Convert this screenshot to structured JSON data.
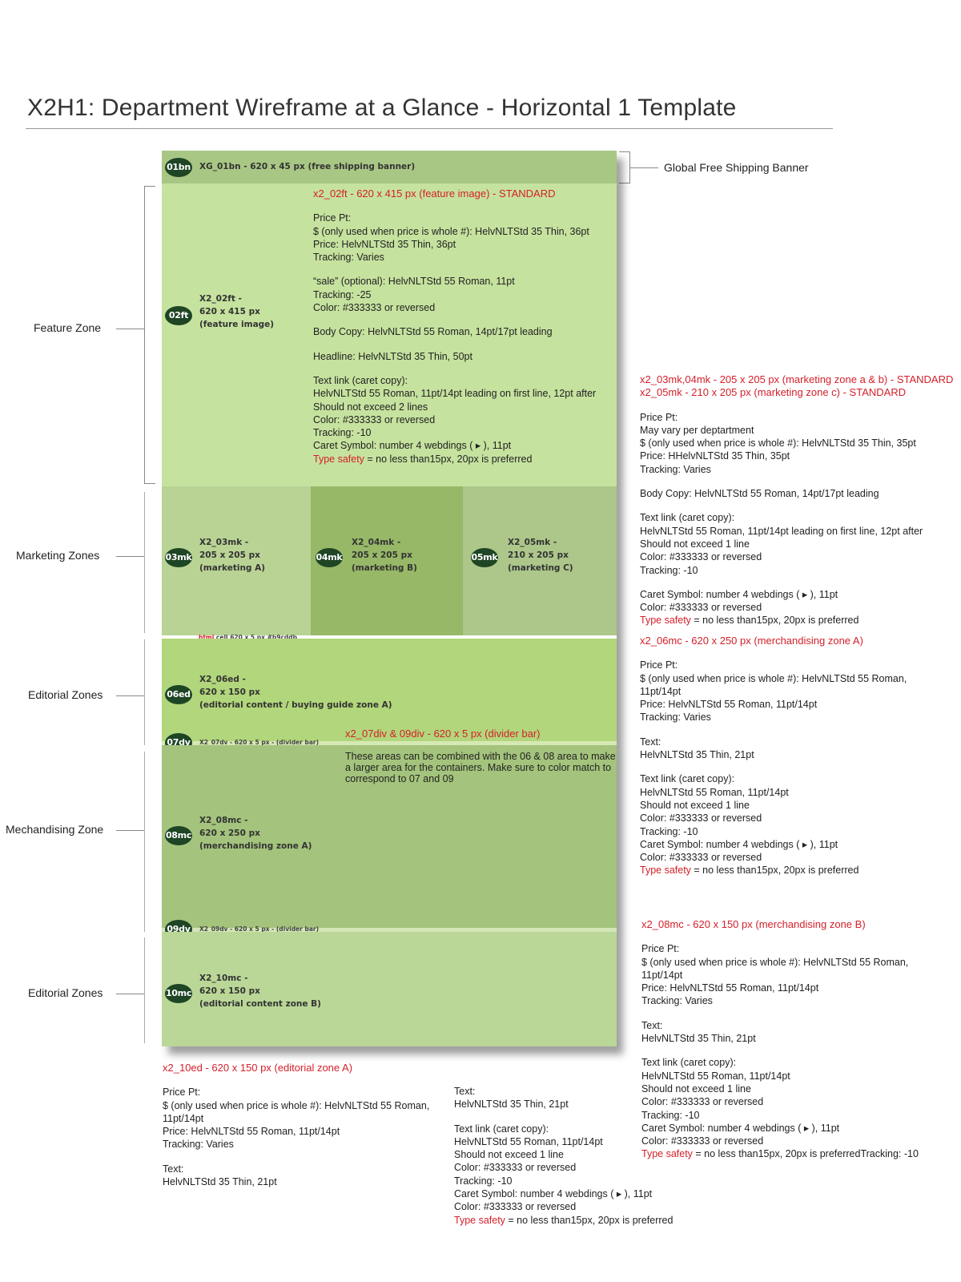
{
  "page": {
    "title": "X2H1: Department Wireframe at a Glance   -   Horizontal 1 Template"
  },
  "left_labels": {
    "feature": "Feature Zone",
    "marketing": "Marketing Zones",
    "editorial_a": "Editorial Zones",
    "merchandising": "Mechandising Zone",
    "editorial_b": "Editorial Zones"
  },
  "right_label": {
    "banner": "Global Free Shipping Banner"
  },
  "zones": {
    "z01": {
      "badge": "01bn",
      "label": "XG_01bn - 620 x 45 px (free shipping banner)"
    },
    "z02": {
      "badge": "02ft",
      "l1": "X2_02ft -",
      "l2": "620 x 415 px",
      "l3": "(feature image)"
    },
    "z03": {
      "badge": "03mk",
      "l1": "X2_03mk -",
      "l2": "205 x 205 px",
      "l3": "(marketing A)"
    },
    "z04": {
      "badge": "04mk",
      "l1": "X2_04mk -",
      "l2": "205 x 205 px",
      "l3": "(marketing B)"
    },
    "z05": {
      "badge": "05mk",
      "l1": "X2_05mk -",
      "l2": "210 x 205 px",
      "l3": "(marketing C)"
    },
    "gap": {
      "red": "html",
      "rest": " cell 620 x 5 px #b9cddb"
    },
    "z06": {
      "badge": "06ed",
      "l1": "X2_06ed -",
      "l2": "620 x 150 px",
      "l3": "(editorial content / buying guide zone A)"
    },
    "z07": {
      "badge": "07dv",
      "label": "X2_07dv - 620 x 5 px  - (divider bar)"
    },
    "z08": {
      "badge": "08mc",
      "l1": "X2_08mc -",
      "l2": "620 x 250 px",
      "l3": "(merchandising zone A)"
    },
    "z09": {
      "badge": "09dv",
      "label": "X2_09dv - 620 x 5 px  - (divider bar)"
    },
    "z10": {
      "badge": "10mc",
      "l1": "X2_10mc -",
      "l2": "620 x 150 px",
      "l3": "(editorial content zone B)"
    }
  },
  "feature_notes": {
    "head": "x2_02ft  -  620 x 415 px (feature image) - STANDARD",
    "l1": "Price Pt:",
    "l2": "$ (only used when price is whole #): HelvNLTStd 35 Thin, 36pt",
    "l3": "Price: HelvNLTStd 35 Thin, 36pt",
    "l4": "Tracking: Varies",
    "l5": "“sale” (optional): HelvNLTStd 55 Roman, 11pt",
    "l6": "Tracking: -25",
    "l7": "Color: #333333 or reversed",
    "l8": "Body Copy: HelvNLTStd 55 Roman, 14pt/17pt leading",
    "l9": "Headline: HelvNLTStd 35 Thin, 50pt",
    "l10": "Text link (caret copy):",
    "l11": "HelvNLTStd 55 Roman, 11pt/14pt leading on first line, 12pt after",
    "l12": "Should not exceed 2 lines",
    "l13": "Color: #333333 or reversed",
    "l14": "Tracking: -10",
    "l15": "Caret Symbol: number 4 webdings ( ▸ ), 11pt",
    "l16_red": "Type safety",
    "l16_rest": " = no less than15px, 20px is preferred"
  },
  "divider_notes": {
    "head": "x2_07div & 09div  -  620 x 5 px (divider bar)",
    "l1": "These areas can be combined with the 06 & 08 area to make",
    "l2": "a larger area for the containers. Make sure to color match to",
    "l3": "correspond to 07 and 09"
  },
  "marketing_notes": {
    "head1": "x2_03mk,04mk  -  205 x 205 px (marketing zone a & b) - STANDARD",
    "head2": "x2_05mk  -  210 x 205 px (marketing zone c) - STANDARD",
    "l1": "Price Pt:",
    "l2": "May vary per deptartment",
    "l3": "$ (only used when price is whole #): HelvNLTStd 35 Thin, 35pt",
    "l4": "Price: HHelvNLTStd 35 Thin, 35pt",
    "l5": "Tracking: Varies",
    "l6": "Body Copy: HelvNLTStd 55 Roman, 14pt/17pt leading",
    "l7": "Text link (caret copy):",
    "l8": "HelvNLTStd 55 Roman, 11pt/14pt leading on first line, 12pt after",
    "l9": "Should not exceed 1 line",
    "l10": "Color: #333333 or reversed",
    "l11": "Tracking: -10",
    "l12": "Caret Symbol: number 4 webdings ( ▸ ), 11pt",
    "l13": "Color: #333333 or reversed",
    "l14_red": "Type safety",
    "l14_rest": " = no less than15px, 20px is preferred"
  },
  "merch_a_notes": {
    "head": "x2_06mc  -  620 x 250 px (merchandising zone A)",
    "l1": "Price Pt:",
    "l2": "$ (only used when price is whole #): HelvNLTStd 55 Roman,",
    "l3": "11pt/14pt",
    "l4": "Price: HelvNLTStd 55 Roman, 11pt/14pt",
    "l5": "Tracking: Varies",
    "l6": "Text:",
    "l7": "HelvNLTStd 35 Thin, 21pt",
    "l8": "Text link (caret copy):",
    "l9": "HelvNLTStd 55 Roman, 11pt/14pt",
    "l10": "Should not exceed 1 line",
    "l11": "Color: #333333 or reversed",
    "l12": "Tracking: -10",
    "l13": "Caret Symbol: number 4 webdings ( ▸ ), 11pt",
    "l14": "Color: #333333 or reversed",
    "l15_red": "Type safety",
    "l15_rest": " = no less than15px, 20px is preferred"
  },
  "merch_b_notes": {
    "head": "x2_08mc  -  620 x 150 px (merchandising zone B)",
    "l1": "Price Pt:",
    "l2": "$ (only used when price is whole #): HelvNLTStd 55 Roman,",
    "l3": "11pt/14pt",
    "l4": "Price: HelvNLTStd 55 Roman, 11pt/14pt",
    "l5": "Tracking: Varies",
    "l6": "Text:",
    "l7": "HelvNLTStd 35 Thin, 21pt",
    "l8": "Text link (caret copy):",
    "l9": "HelvNLTStd 55 Roman, 11pt/14pt",
    "l10": "Should not exceed 1 line",
    "l11": "Color: #333333 or reversed",
    "l12": "Tracking: -10",
    "l13": "Caret Symbol: number 4 webdings ( ▸ ), 11pt",
    "l14": "Color: #333333 or reversed",
    "l15_red": "Type safety",
    "l15_rest": " = no less than15px, 20px is preferredTracking: -10"
  },
  "editorial_a_notes": {
    "head": "x2_10ed  -  620 x 150 px (editorial zone A)",
    "l1": "Price Pt:",
    "l2": "$ (only used when price is whole #): HelvNLTStd 55 Roman,",
    "l3": "11pt/14pt",
    "l4": "Price: HelvNLTStd 55 Roman, 11pt/14pt",
    "l5": "Tracking: Varies",
    "l6": "Text:",
    "l7": "HelvNLTStd 35 Thin, 21pt"
  },
  "editorial_b_notes": {
    "l1": "Text:",
    "l2": "HelvNLTStd 35 Thin, 21pt",
    "l3": "Text link (caret copy):",
    "l4": "HelvNLTStd 55 Roman, 11pt/14pt",
    "l5": "Should not exceed 1 line",
    "l6": "Color: #333333 or reversed",
    "l7": "Tracking: -10",
    "l8": "Caret Symbol: number 4 webdings ( ▸ ), 11pt",
    "l9": "Color: #333333 or reversed",
    "l10_red": "Type safety",
    "l10_rest": " = no less than15px, 20px is preferred"
  },
  "colors": {
    "badge": "#1e4524",
    "accent_red": "#d4202a",
    "zone_banner": "#a9c784",
    "zone_feature": "#c6e29f",
    "zone_marketing_a": "#b9d394",
    "zone_marketing_b": "#97b867",
    "zone_marketing_c": "#adc68a",
    "zone_editorial_a": "#b2d67b",
    "zone_merchandising": "#a4c37c",
    "zone_editorial_b": "#bad797"
  }
}
